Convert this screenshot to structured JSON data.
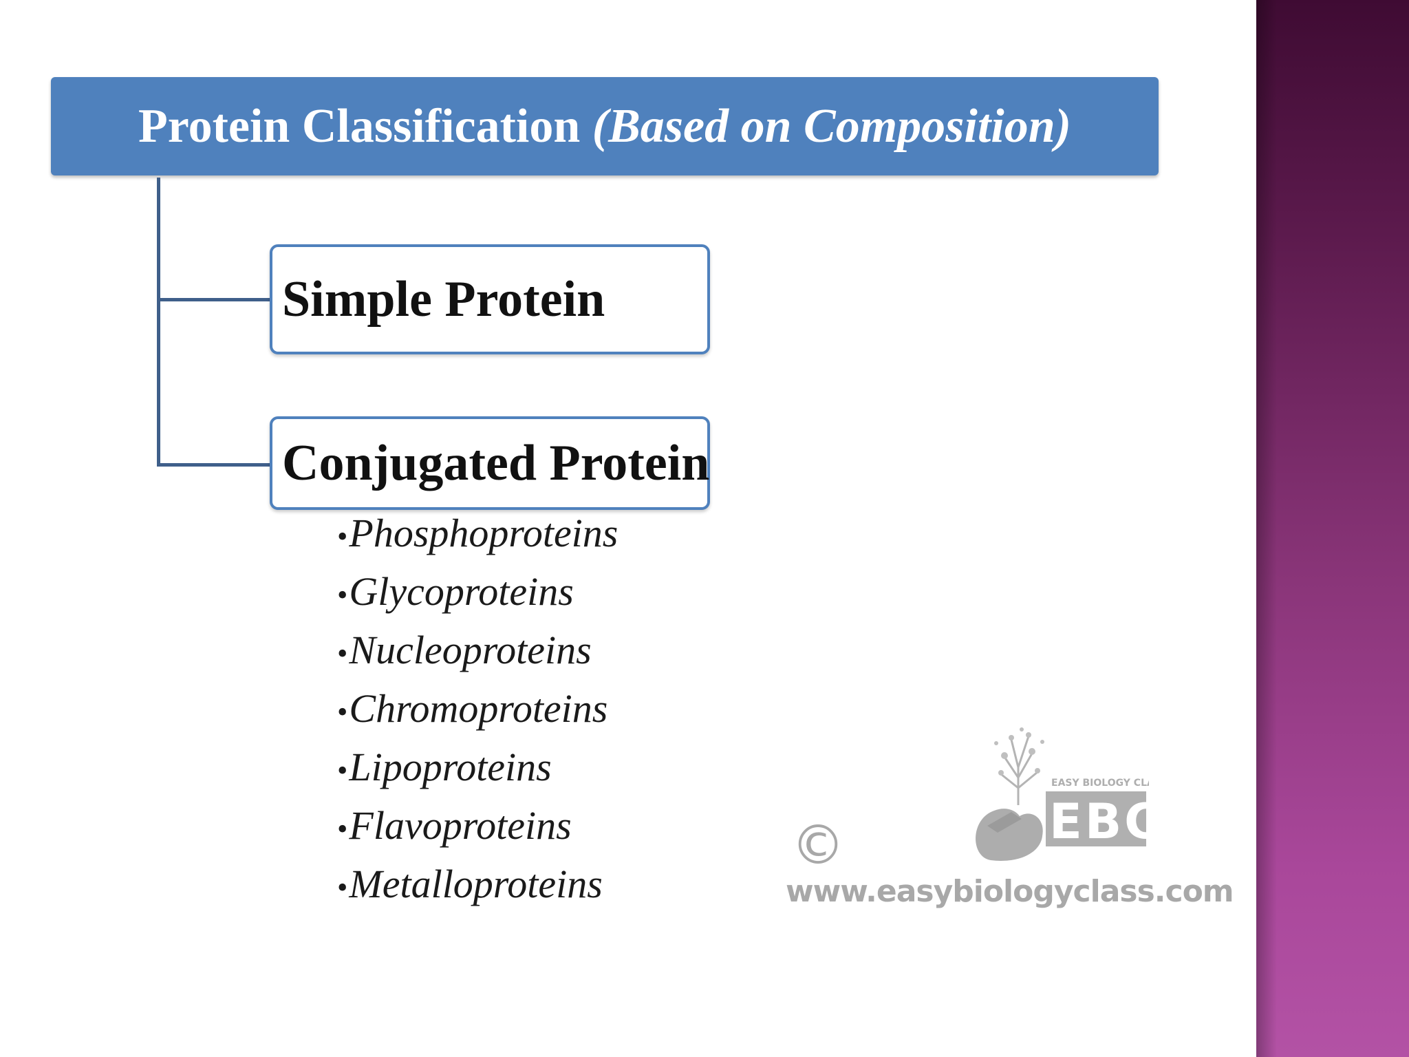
{
  "diagram": {
    "title": {
      "main": "Protein Classification",
      "sub": "(Based on Composition)"
    },
    "nodes": [
      {
        "label": "Simple Protein"
      },
      {
        "label": "Conjugated Protein",
        "items": [
          "Phosphoproteins",
          "Glycoproteins",
          "Nucleoproteins",
          "Chromoproteins",
          "Lipoproteins",
          "Flavoproteins",
          "Metalloproteins"
        ]
      }
    ],
    "bullet": "•"
  },
  "watermark": {
    "copyright": "©",
    "logo_text": "EBC",
    "logo_tagline": "EASY BIOLOGY CLASS",
    "url": "www.easybiologyclass.com"
  },
  "colors": {
    "title_bar": "#4f81bd",
    "node_border": "#4f81bd",
    "connector": "#3f5f8a",
    "side_band_top": "#3f0b33",
    "side_band_bottom": "#b352a5",
    "watermark": "#9a9a9a"
  }
}
